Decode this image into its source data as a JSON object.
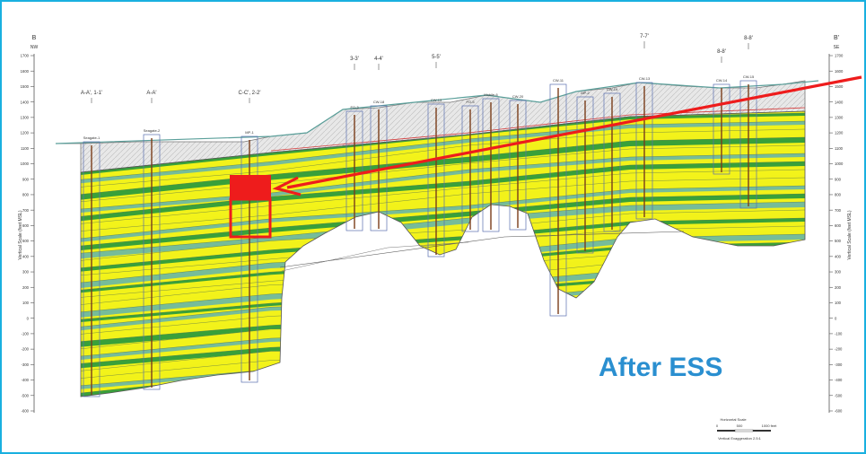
{
  "section": {
    "left_end": "B",
    "left_end_sub": "NW",
    "right_end": "B'",
    "right_end_sub": "SE",
    "y_axis_label": "Vertical Scale (feet MSL)",
    "y_ticks": [
      "1700",
      "1600",
      "1500",
      "1400",
      "1300",
      "1200",
      "1100",
      "1000",
      "900",
      "800",
      "700",
      "600",
      "500",
      "400",
      "300",
      "200",
      "100",
      "0",
      "-100",
      "-200",
      "-300",
      "-400",
      "-500",
      "-600"
    ],
    "cross_sections": [
      "A-A', 1-1'",
      "A-A'",
      "C-C', 2-2'",
      "3-3'",
      "4-4'",
      "5-5'",
      "7-7'",
      "8-8'",
      "8-8'"
    ],
    "wells": [
      "Seagate-1",
      "Seagate-2",
      "MP-1",
      "FO-3",
      "CW-18",
      "CW-13",
      "FO-5",
      "Mobile-6",
      "CW-20",
      "CW-11",
      "MP-2",
      "CW-19",
      "CW-13",
      "CW-14",
      "CW-15"
    ],
    "scale_title": "Horizontal Scale",
    "scale_ticks": [
      "0",
      "500",
      "1000 feet"
    ],
    "exaggeration": "Vertical Exaggeration 2.5:1"
  },
  "callout": {
    "text": "After ESS",
    "color": "#2a8fd0"
  },
  "colors": {
    "frame": "#19b0e0",
    "arrow": "#ee1c1c",
    "yellow": "#f2f21a",
    "green": "#2e9b3c",
    "teal": "#6fb8a0",
    "fill_gray": "#dddddd"
  }
}
